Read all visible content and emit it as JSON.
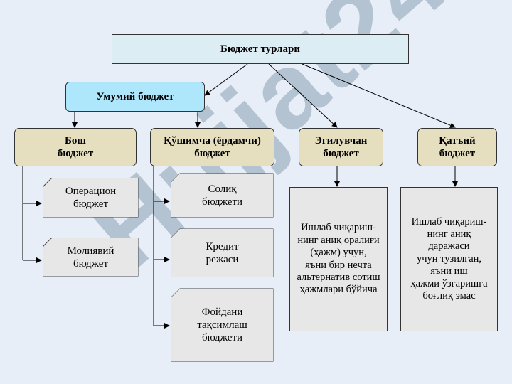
{
  "title": "Бюджет турлари",
  "general": "Умумий бюджет",
  "categories": {
    "main": "Бош\nбюджет",
    "additional": "Қўшимча (ёрдамчи)\nбюджет",
    "flexible": "Эгилувчан\nбюджет",
    "fixed": "Қатъий\nбюджет"
  },
  "main_sub": {
    "operational": "Операцион\nбюджет",
    "financial": "Молиявий\nбюджет"
  },
  "additional_sub": {
    "tax": "Солиқ\nбюджети",
    "credit": "Кредит\nрежаси",
    "profit": "Фойдани\nтақсимлаш\nбюджети"
  },
  "flexible_desc": "Ишлаб чиқариш-\nнинг аниқ оралиғи\n(ҳажм) учун,\nяъни бир нечта\nальтернатив сотиш\nҳажмлари бўйича",
  "fixed_desc": "Ишлаб чиқариш-\nнинг аниқ\nдаражаси\nучун тузилган,\nяъни иш\nҳажми ўзгаришга\nбоғлиқ эмас",
  "watermark": "Hujjat24"
}
